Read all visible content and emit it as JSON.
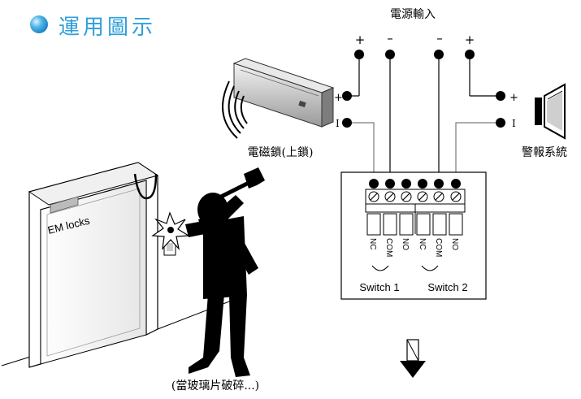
{
  "header": {
    "title": "運用圖示"
  },
  "diagram": {
    "power_input_label": "電源輸入",
    "polarity": {
      "plus": "+",
      "minus": "–",
      "bar": "I"
    },
    "em_lock_caption": "電磁鎖(上鎖)",
    "alarm_caption": "警報系統",
    "door_sign": "EM locks",
    "glass_caption": "(當玻璃片破碎...)",
    "terminal_labels": [
      "NC",
      "COM",
      "NO",
      "NC",
      "COM",
      "NO"
    ],
    "switch_labels": [
      "Switch 1",
      "Switch 2"
    ]
  },
  "colors": {
    "accent": "#2E9FD9",
    "line": "#000000",
    "wire": "#7a7a7a"
  }
}
